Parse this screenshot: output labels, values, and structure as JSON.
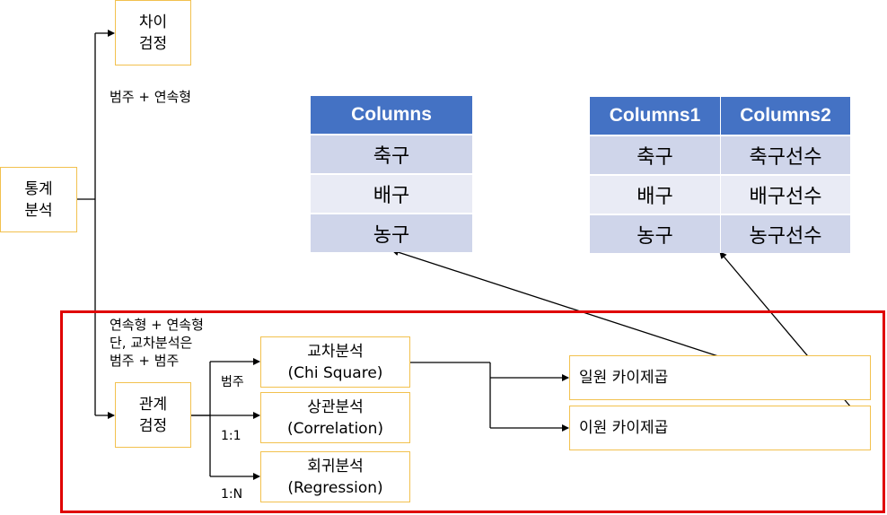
{
  "nodes": {
    "root": [
      "통계",
      "분석"
    ],
    "diff": [
      "차이",
      "검정"
    ],
    "rel": [
      "관계",
      "검정"
    ],
    "chi": [
      "교차분석",
      "(Chi Square)"
    ],
    "corr": [
      "상관분석",
      "(Correlation)"
    ],
    "reg": [
      "회귀분석",
      "(Regression)"
    ],
    "one_way": "일원 카이제곱",
    "two_way": "이원 카이제곱"
  },
  "labels": {
    "cat_cont": "범주 + 연속형",
    "rel_note": [
      "연속형 + 연속형",
      "단, 교차분석은",
      "범주 + 범주"
    ],
    "edge_chi": "범주",
    "edge_corr": "1:1",
    "edge_reg": "1:N"
  },
  "table1": {
    "header": "Columns",
    "rows": [
      "축구",
      "배구",
      "농구"
    ]
  },
  "table2": {
    "headers": [
      "Columns1",
      "Columns2"
    ],
    "rows": [
      [
        "축구",
        "축구선수"
      ],
      [
        "배구",
        "배구선수"
      ],
      [
        "농구",
        "농구선수"
      ]
    ]
  },
  "colors": {
    "box_border": "#f2c14e",
    "table_header": "#4472c4",
    "highlight_frame": "#e00000"
  }
}
